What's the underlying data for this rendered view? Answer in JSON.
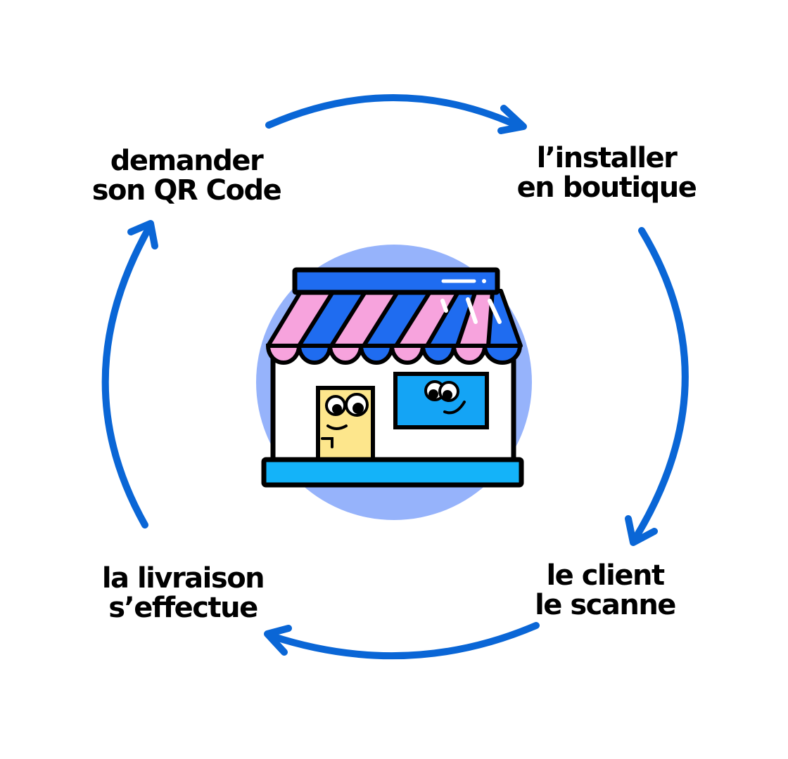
{
  "diagram": {
    "steps": [
      {
        "line1": "demander",
        "line2": "son QR Code"
      },
      {
        "line1": "l’installer",
        "line2": "en boutique"
      },
      {
        "line1": "le client",
        "line2": "le scanne"
      },
      {
        "line1": "la livraison",
        "line2": "s’effectue"
      }
    ],
    "colors": {
      "arrow": "#0a66d6",
      "halo": "#96b3fb",
      "outline": "#000000",
      "awning_pink": "#f7a3dd",
      "awning_blue": "#1f6cf0",
      "header_blue": "#1f6cf0",
      "window_blue": "#14a4f5",
      "counter_blue": "#14b3f9",
      "door_yellow": "#fde68c",
      "shop_wall": "#ffffff"
    },
    "icons": [
      "cycle-arrow-icon",
      "storefront-icon"
    ]
  }
}
